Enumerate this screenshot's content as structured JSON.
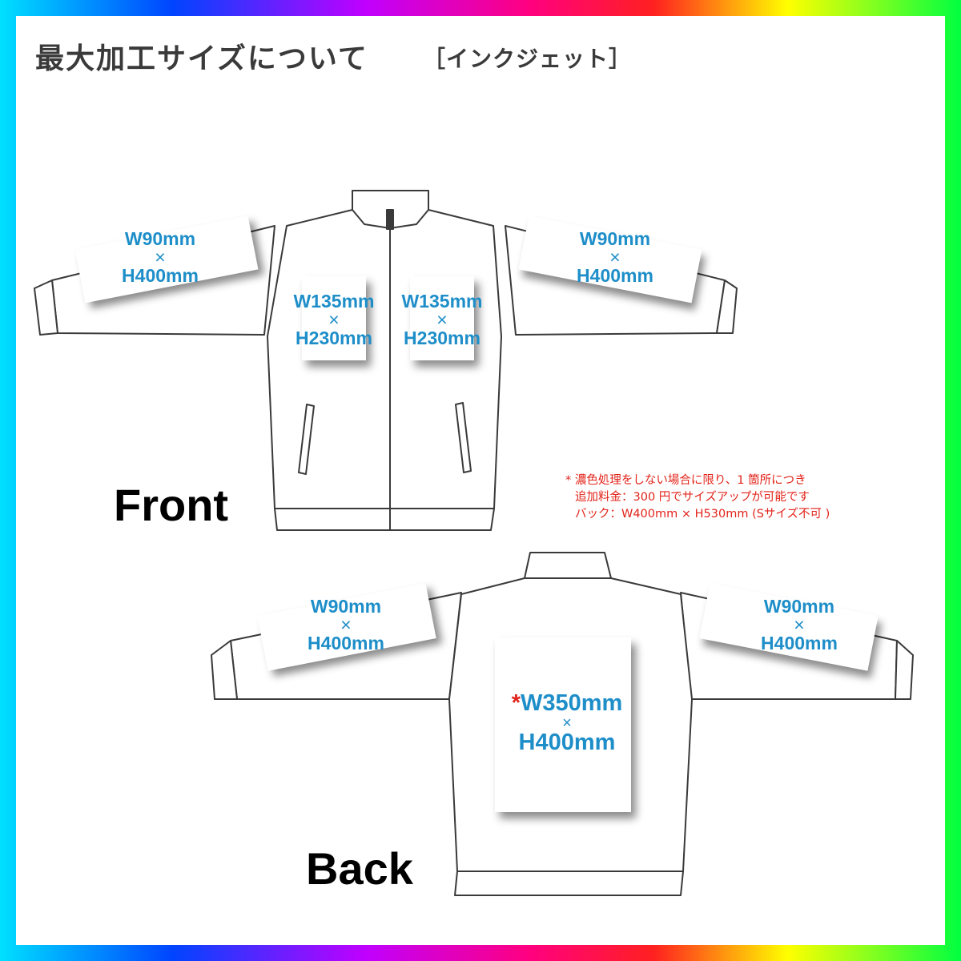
{
  "title": {
    "main": "最大加工サイズについて",
    "sub": "［インクジェット］"
  },
  "colors": {
    "dimension_text": "#1e8ec9",
    "note_text": "#e2231a",
    "outline": "#3a3a3a",
    "frame_gradient": "rainbow"
  },
  "front": {
    "label": "Front",
    "left_sleeve": {
      "w": "W90mm",
      "x": "×",
      "h": "H400mm"
    },
    "right_sleeve": {
      "w": "W90mm",
      "x": "×",
      "h": "H400mm"
    },
    "left_chest": {
      "w": "W135mm",
      "x": "×",
      "h": "H230mm"
    },
    "right_chest": {
      "w": "W135mm",
      "x": "×",
      "h": "H230mm"
    }
  },
  "back": {
    "label": "Back",
    "left_sleeve": {
      "w": "W90mm",
      "x": "×",
      "h": "H400mm"
    },
    "right_sleeve": {
      "w": "W90mm",
      "x": "×",
      "h": "H400mm"
    },
    "center": {
      "asterisk": "*",
      "w": "W350mm",
      "x": "×",
      "h": "H400mm"
    }
  },
  "note": {
    "line1": "* 濃色処理をしない場合に限り、1 箇所につき",
    "line2": "追加料金：300 円でサイズアップが可能です",
    "line3": "バック：W400mm × H530mm (Sサイズ不可 )"
  }
}
